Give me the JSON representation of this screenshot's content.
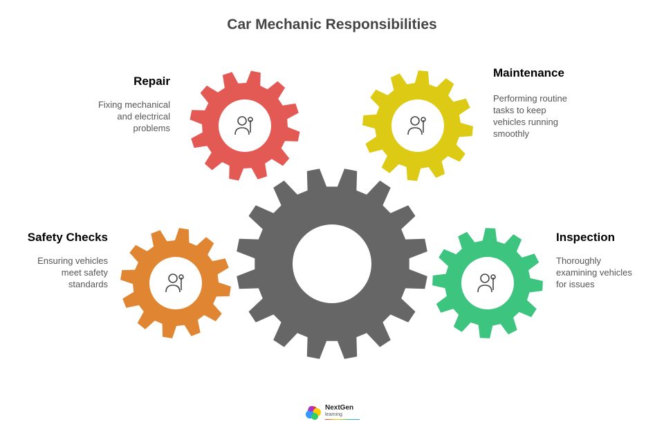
{
  "title": "Car Mechanic Responsibilities",
  "items": [
    {
      "label": "Repair",
      "desc": [
        "Fixing mechanical",
        "and electrical",
        "problems"
      ],
      "color": "#E35A55",
      "icon": "mechanic-wrench-icon"
    },
    {
      "label": "Maintenance",
      "desc": [
        "Performing routine",
        "tasks to keep",
        "vehicles running",
        "smoothly"
      ],
      "color": "#DDCA14",
      "icon": "mechanic-tools-icon"
    },
    {
      "label": "Safety Checks",
      "desc": [
        "Ensuring vehicles",
        "meet safety",
        "standards"
      ],
      "color": "#E08632",
      "icon": "safety-check-icon"
    },
    {
      "label": "Inspection",
      "desc": [
        "Thoroughly",
        "examining vehicles",
        "for issues"
      ],
      "color": "#3DC47E",
      "icon": "inspector-clipboard-icon"
    }
  ],
  "center_gear_color": "#666666",
  "logo": {
    "name": "NextGen",
    "sub": "learning"
  }
}
